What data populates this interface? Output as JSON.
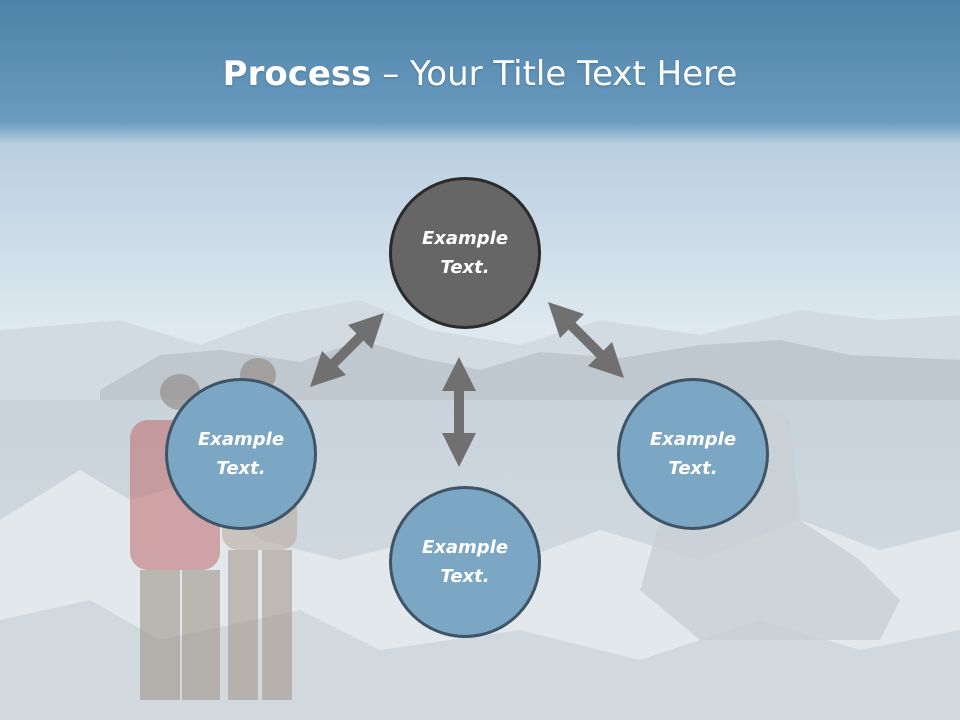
{
  "title": {
    "bold": "Process",
    "separator": " – ",
    "rest": "Your Title Text Here"
  },
  "nodes": {
    "top": "Example\nText.",
    "left": "Example\nText.",
    "right": "Example\nText.",
    "bottom": "Example\nText."
  },
  "colors": {
    "header": "#5b93b8",
    "node_fill": "#7ba6c4",
    "node_fill_top": "#666666",
    "node_border": "#3f5567",
    "arrow": "#707070"
  }
}
